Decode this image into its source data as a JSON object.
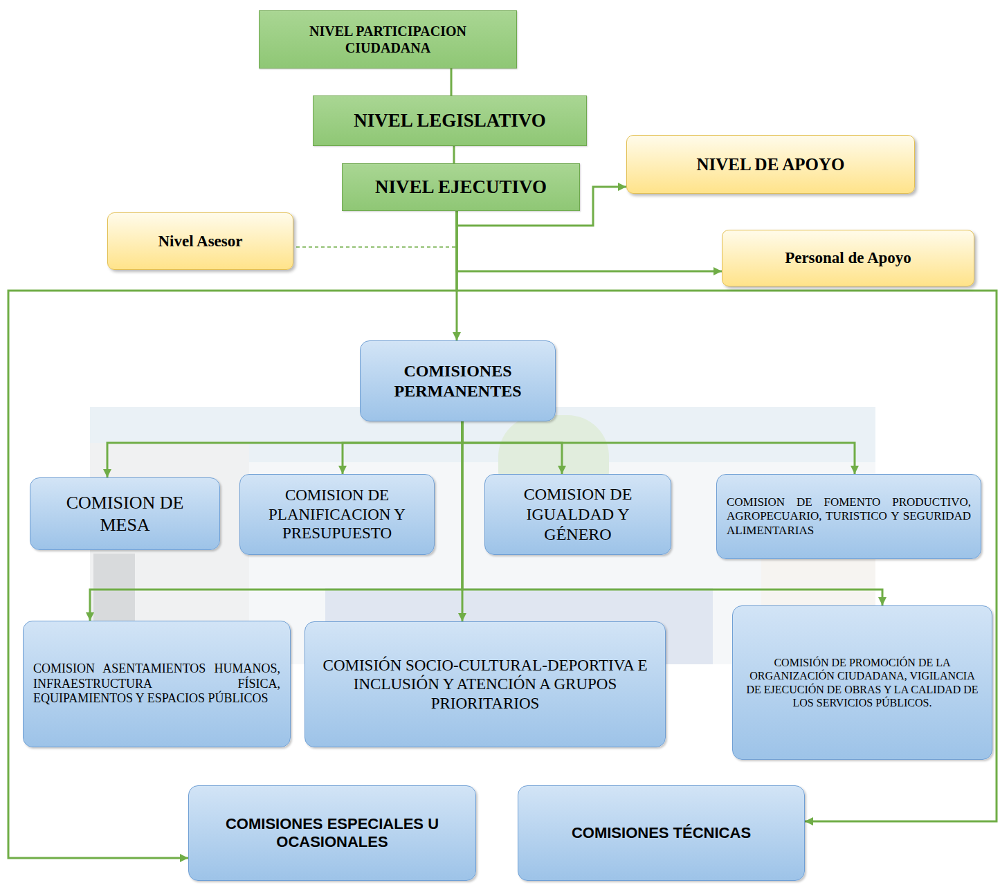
{
  "diagram": {
    "nodes": [
      {
        "text": [
          "NIVEL PARTICIPACION CIUDADANA"
        ]
      },
      {
        "text": [
          "NIVEL LEGISLATIVO"
        ]
      },
      {
        "text": [
          "NIVEL EJECUTIVO"
        ]
      },
      {
        "text": [
          "NIVEL DE APOYO"
        ]
      },
      {
        "text": [
          "Nivel Asesor"
        ]
      },
      {
        "text": [
          "Personal de Apoyo"
        ]
      },
      {
        "text": [
          "COMISIONES PERMANENTES"
        ]
      },
      {
        "text": [
          "COMISION DE MESA"
        ]
      },
      {
        "text": [
          "COMISION DE PLANIFICACION Y PRESUPUESTO"
        ]
      },
      {
        "text": [
          "COMISION DE IGUALDAD Y GÉNERO"
        ]
      },
      {
        "text": [
          "COMISION DE FOMENTO PRODUCTIVO, AGROPECUARIO, TURISTICO Y SEGURIDAD ALIMENTARIAS"
        ]
      },
      {
        "text": [
          "COMISION ASENTAMIENTOS HUMANOS, INFRAESTRUCTURA FÍSICA, EQUIPAMIENTOS Y ESPACIOS PÚBLICOS"
        ]
      },
      {
        "text": [
          "COMISIÓN SOCIO-CULTURAL-DEPORTIVA E INCLUSIÓN Y ATENCIÓN A GRUPOS PRIORITARIOS"
        ]
      },
      {
        "text": [
          "COMISIÓN DE PROMOCIÓN DE LA ORGANIZACIÓN CIUDADANA, VIGILANCIA DE EJECUCIÓN DE OBRAS Y LA CALIDAD DE LOS SERVICIOS PÚBLICOS."
        ]
      },
      {
        "text": [
          "COMISIONES ESPECIALES U OCASIONALES"
        ]
      },
      {
        "text": [
          "COMISIONES TÉCNICAS"
        ]
      }
    ],
    "edges": [
      {
        "from": 0,
        "to": 1,
        "arrow": "none"
      },
      {
        "from": 1,
        "to": 2,
        "arrow": "none"
      },
      {
        "from": 2,
        "to": 3,
        "arrow": "to"
      },
      {
        "from": 2,
        "to": 4,
        "arrow": "none"
      },
      {
        "from": 2,
        "to": 5,
        "arrow": "to"
      },
      {
        "from": 2,
        "to": 6,
        "arrow": "to"
      },
      {
        "from": 6,
        "to": 7,
        "arrow": "to"
      },
      {
        "from": 6,
        "to": 8,
        "arrow": "to"
      },
      {
        "from": 6,
        "to": 9,
        "arrow": "to"
      },
      {
        "from": 6,
        "to": 10,
        "arrow": "to"
      },
      {
        "from": 6,
        "to": 11,
        "arrow": "to"
      },
      {
        "from": 6,
        "to": 12,
        "arrow": "to"
      },
      {
        "from": 6,
        "to": 13,
        "arrow": "to"
      },
      {
        "from": 2,
        "to": 14,
        "arrow": "to"
      },
      {
        "from": 2,
        "to": 15,
        "arrow": "to"
      }
    ]
  }
}
